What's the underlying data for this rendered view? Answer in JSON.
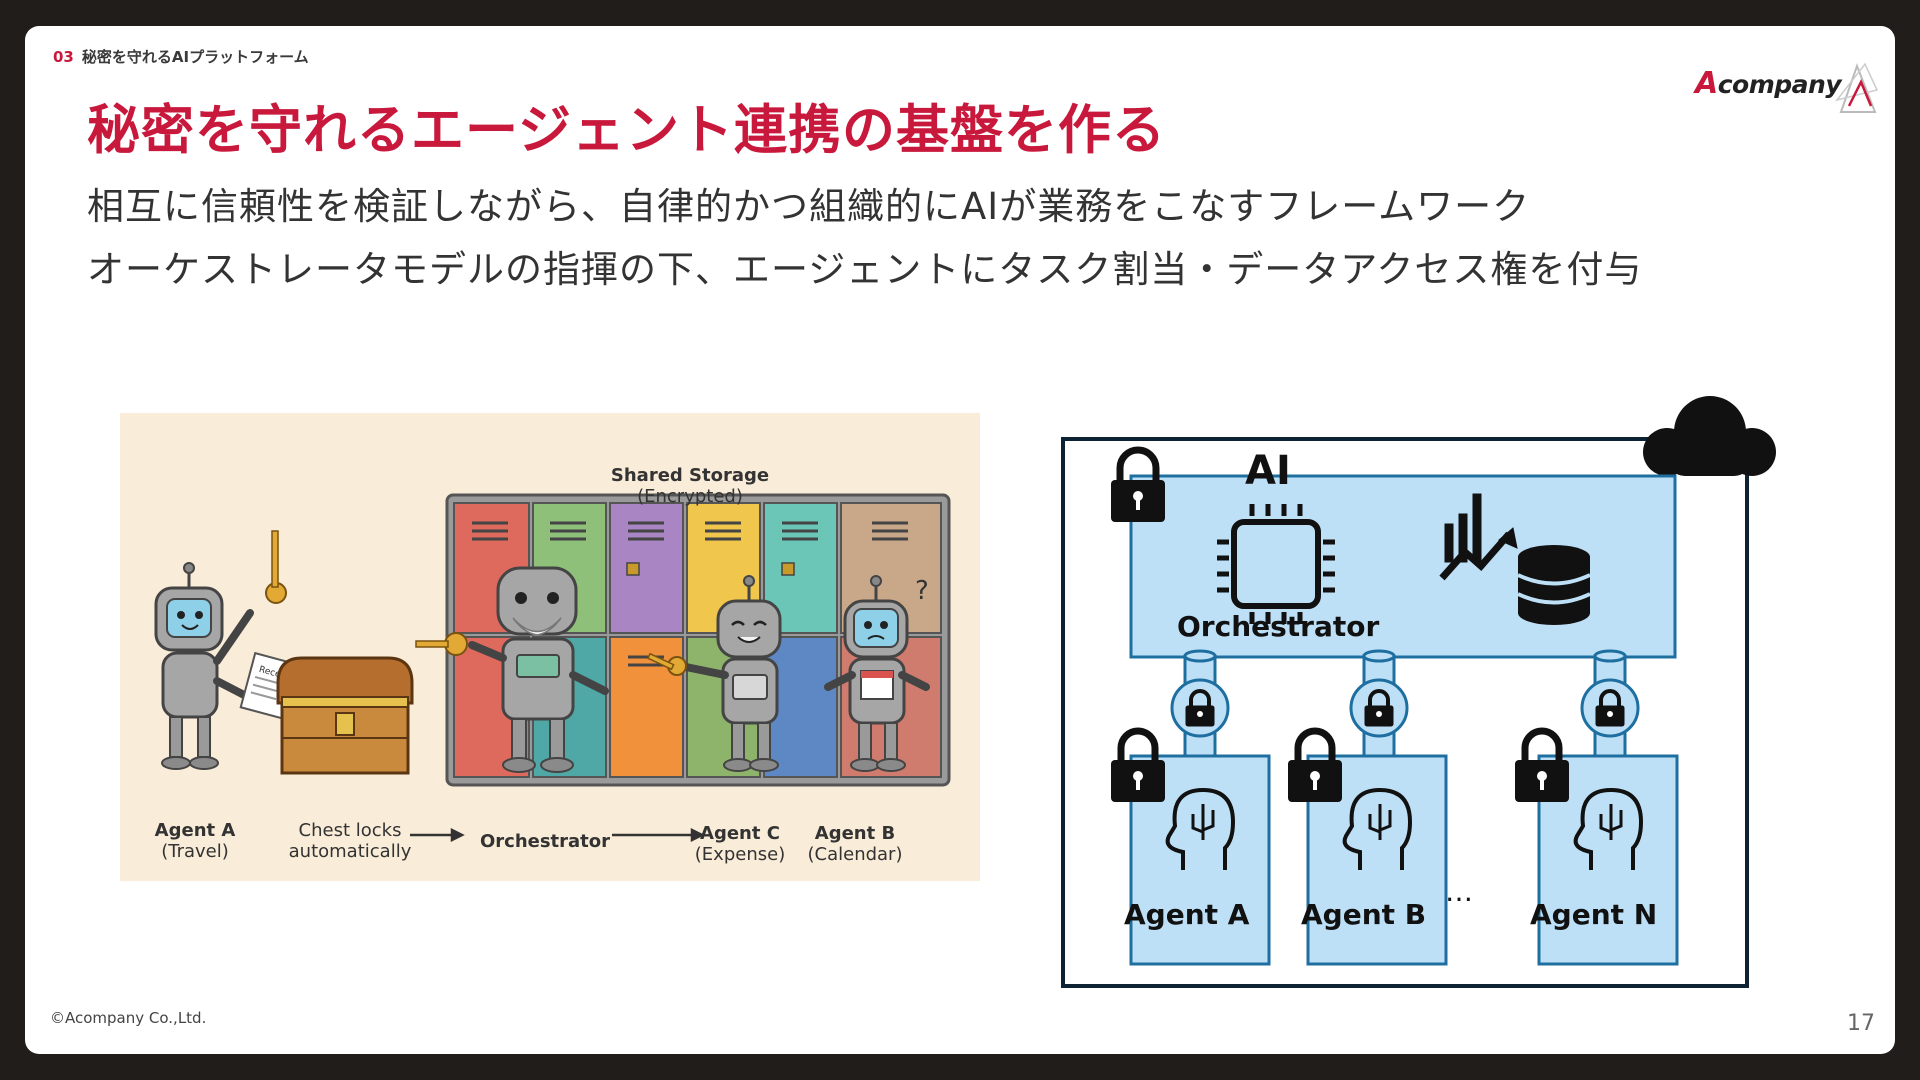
{
  "header": {
    "section_number": "03",
    "section_title": "秘密を守れるAIプラットフォーム",
    "logo_text": "company",
    "logo_letter": "A"
  },
  "title": "秘密を守れるエージェント連携の基盤を作る",
  "subtitle_lines": [
    "相互に信頼性を検証しながら、自律的かつ組織的にAIが業務をこなすフレームワーク",
    "オーケストレータモデルの指揮の下、エージェントにタスク割当・データアクセス権を付与"
  ],
  "illustration": {
    "storage_title": "Shared Storage",
    "storage_subtitle": "(Encrypted)",
    "agent_a": "Agent A",
    "agent_a_role": "(Travel)",
    "chest_line1": "Chest locks",
    "chest_line2": "automatically",
    "orchestrator": "Orchestrator",
    "agent_c": "Agent C",
    "agent_c_role": "(Expense)",
    "agent_b": "Agent B",
    "agent_b_role": "(Calendar)",
    "receipt_text": "Receipt"
  },
  "diagram": {
    "chip_text": "AI",
    "orchestrator_label": "Orchestrator",
    "agents": [
      "Agent A",
      "Agent B",
      "Agent N"
    ],
    "ellipsis": "…"
  },
  "footer": {
    "copyright": "©Acompany Co.,Ltd.",
    "page_number": "17"
  },
  "colors": {
    "accent": "#c8193c",
    "diagram_fill": "#bde0f7",
    "diagram_stroke": "#1e6fa0",
    "frame": "#0d2233"
  }
}
